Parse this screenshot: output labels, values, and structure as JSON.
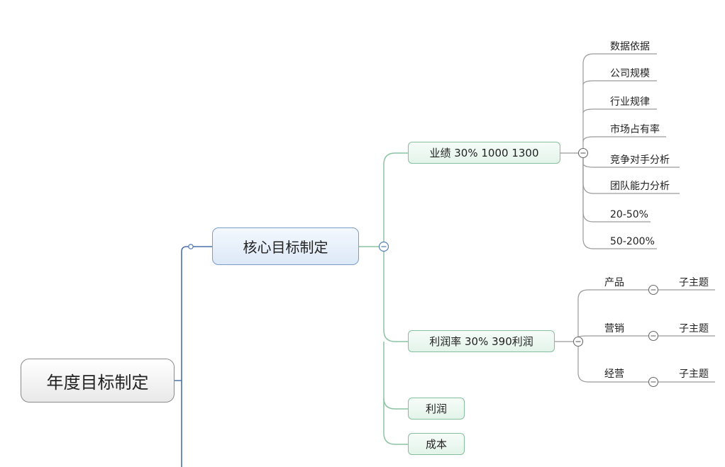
{
  "root": {
    "label": "年度目标制定"
  },
  "main": {
    "label": "核心目标制定"
  },
  "subtopics": {
    "performance": {
      "label": "业绩 30% 1000   1300"
    },
    "profit_rate": {
      "label": "利润率 30% 390利润"
    },
    "profit": {
      "label": "利润"
    },
    "cost": {
      "label": "成本"
    }
  },
  "performance_children": [
    "数据依据",
    "公司规模",
    "行业规律",
    "市场占有率",
    "竞争对手分析",
    "团队能力分析",
    "20-50%",
    "50-200%"
  ],
  "profit_rate_children": [
    {
      "label": "产品",
      "child": "子主题"
    },
    {
      "label": "营销",
      "child": "子主题"
    },
    {
      "label": "经营",
      "child": "子主题"
    }
  ],
  "colors": {
    "root_line": "#4a72a8",
    "branch_line": "#8cc4a4",
    "leaf_line": "#9a9a9a"
  }
}
